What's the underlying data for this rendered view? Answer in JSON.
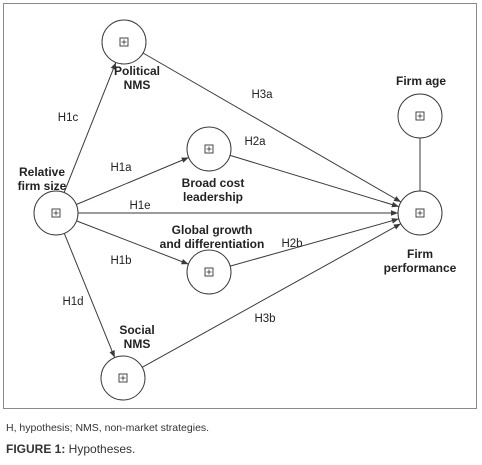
{
  "diagram": {
    "nodes": [
      {
        "id": "political",
        "label": [
          "Political",
          "NMS"
        ]
      },
      {
        "id": "firm_size",
        "label": [
          "Relative",
          "firm size"
        ]
      },
      {
        "id": "cost",
        "label": [
          "Broad cost",
          "leadership"
        ]
      },
      {
        "id": "growth",
        "label": [
          "Global growth",
          "and differentiation"
        ]
      },
      {
        "id": "social",
        "label": [
          "Social",
          "NMS"
        ]
      },
      {
        "id": "firm_age",
        "label": [
          "Firm age"
        ]
      },
      {
        "id": "performance",
        "label": [
          "Firm",
          "performance"
        ]
      }
    ],
    "edges": [
      {
        "id": "H1c",
        "from": "firm_size",
        "to": "political",
        "label": "H1c"
      },
      {
        "id": "H1a",
        "from": "firm_size",
        "to": "cost",
        "label": "H1a"
      },
      {
        "id": "H1e",
        "from": "firm_size",
        "to": "performance",
        "label": "H1e"
      },
      {
        "id": "H1b",
        "from": "firm_size",
        "to": "growth",
        "label": "H1b"
      },
      {
        "id": "H1d",
        "from": "firm_size",
        "to": "social",
        "label": "H1d"
      },
      {
        "id": "H3a",
        "from": "political",
        "to": "performance",
        "label": "H3a"
      },
      {
        "id": "H2a",
        "from": "cost",
        "to": "performance",
        "label": "H2a"
      },
      {
        "id": "H2b",
        "from": "growth",
        "to": "performance",
        "label": "H2b"
      },
      {
        "id": "H3b",
        "from": "social",
        "to": "performance",
        "label": "H3b"
      },
      {
        "id": "age",
        "from": "firm_age",
        "to": "performance",
        "label": ""
      }
    ]
  },
  "footnote": "H, hypothesis; NMS, non-market strategies.",
  "caption": {
    "label": "FIGURE 1:",
    "text": " Hypotheses."
  }
}
